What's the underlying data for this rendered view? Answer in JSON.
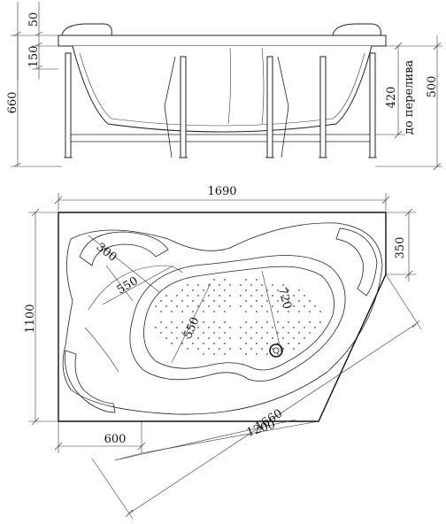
{
  "side_view": {
    "dimensions": {
      "rim": "50",
      "upper": "150",
      "total_height": "660",
      "overflow_height": "420",
      "overflow_label": "до перелива",
      "bath_depth": "500"
    }
  },
  "top_view": {
    "dimensions": {
      "length": "1690",
      "width": "1100",
      "armrest": "300",
      "seat": "550",
      "bowl_width": "720",
      "bowl_inner": "550",
      "right_offset": "350",
      "left_offset": "600",
      "diagonal_inner": "1200",
      "diagonal_outer": "1660"
    }
  }
}
